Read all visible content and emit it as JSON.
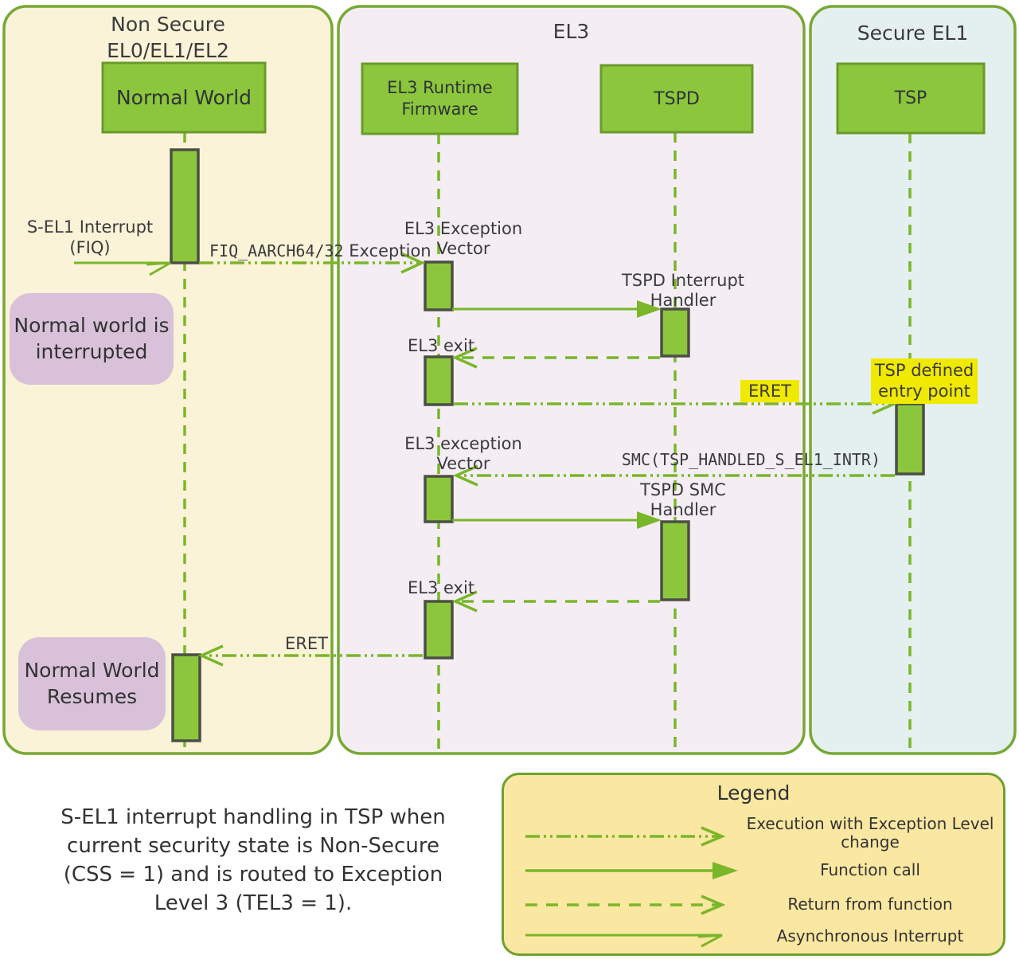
{
  "lanes": {
    "non_secure": {
      "title1": "Non Secure",
      "title2": "EL0/EL1/EL2"
    },
    "el3": {
      "title": "EL3"
    },
    "secure_el1": {
      "title": "Secure EL1"
    }
  },
  "actors": {
    "normal_world": "Normal World",
    "el3_runtime_firmware": "EL3 Runtime Firmware",
    "tspd": "TSPD",
    "tsp": "TSP"
  },
  "messages": {
    "s_el1_interrupt": "S-EL1 Interrupt (FIQ)",
    "fiq_code": "FIQ_AARCH64/32",
    "fiq_text": "Exception",
    "el3_exception_vector_1": "EL3 Exception Vector",
    "tspd_interrupt_handler": "TSPD Interrupt Handler",
    "el3_exit_1": "EL3 exit",
    "eret_1": "ERET",
    "tsp_entry": "TSP defined entry point",
    "smc_code": "SMC(TSP_HANDLED_S_EL1_INTR)",
    "el3_exception_vector_2": "EL3 exception Vector",
    "tspd_smc_handler": "TSPD SMC Handler",
    "el3_exit_2": "EL3 exit",
    "eret_2": "ERET"
  },
  "notes": {
    "interrupted": "Normal world is interrupted",
    "resumes": "Normal World Resumes"
  },
  "caption": {
    "line1": "S-EL1 interrupt handling in TSP when",
    "line2": "current security state is Non-Secure",
    "line3": "(CSS = 1) and is routed to Exception",
    "line4": "Level 3 (TEL3 = 1)."
  },
  "legend": {
    "title": "Legend",
    "items": [
      {
        "label": "Execution with Exception Level change",
        "style": "execution-el-change"
      },
      {
        "label": "Function call",
        "style": "function-call"
      },
      {
        "label": "Return from function",
        "style": "return-from-function"
      },
      {
        "label": "Asynchronous Interrupt",
        "style": "asynchronous-interrupt"
      }
    ]
  },
  "colors": {
    "green_fill": "#8cc63c",
    "green_line": "#7ab629",
    "box_border": "#6a9a2d",
    "bar_border": "#4c4f44",
    "lane_border": "#76a834",
    "non_secure_bg": "#faf3d8",
    "el3_bg": "#f4eef4",
    "secure_el1_bg": "#e4f0ef",
    "note_bg": "#d9c2d9",
    "legend_bg": "#fae7a1",
    "highlight": "#f0e900",
    "text": "#3b3b3b"
  }
}
